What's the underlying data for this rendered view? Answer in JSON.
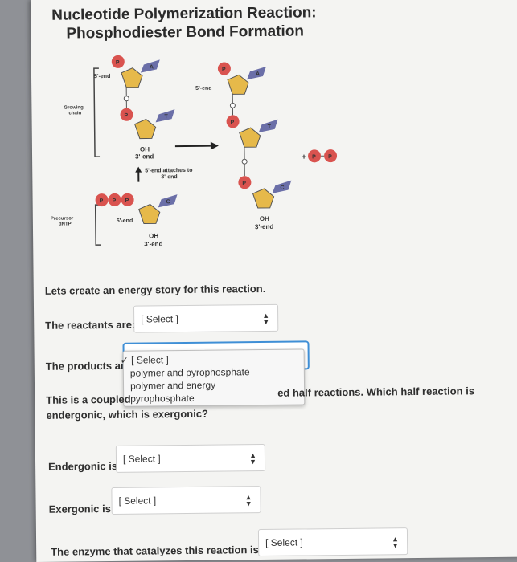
{
  "title": {
    "line1": "Nucleotide Polymerization Reaction:",
    "line2": "Phosphodiester Bond Formation"
  },
  "diagram": {
    "labels": {
      "five_end": "5'-end",
      "growing_chain_1": "Growing",
      "growing_chain_2": "chain",
      "oh": "OH",
      "three_end": "3'-end",
      "attaches_1": "5'-end attaches to",
      "attaches_2": "3'-end",
      "precursor_1": "Precursor",
      "precursor_2": "dNTP",
      "plus": "+",
      "p": "P",
      "o": "O",
      "base_a": "A",
      "base_t": "T",
      "base_c": "C"
    },
    "colors": {
      "phosphate": "#d9534f",
      "sugar": "#e6b94a",
      "base": "#6b6fa8"
    }
  },
  "intro_text": "Lets create an energy story for this reaction.",
  "questions": {
    "reactants_label": "The reactants are:",
    "reactants_value": "[ Select ]",
    "products_label": "The products are",
    "coupled_text_1": "This is a coupled",
    "coupled_text_2": "ed half reactions. Which half reaction is",
    "coupled_text_3": "endergonic, which is exergonic?",
    "endergonic_label": "Endergonic is:",
    "endergonic_value": "[ Select ]",
    "exergonic_label": "Exergonic is:",
    "exergonic_value": "[ Select ]",
    "enzyme_label": "The enzyme that catalyzes this reaction is",
    "enzyme_value": "[ Select ]"
  },
  "dropdown_options": [
    "[ Select ]",
    "polymer and pyrophosphate",
    "polymer and energy",
    "pyrophosphate"
  ],
  "dropdown_check": "✓"
}
